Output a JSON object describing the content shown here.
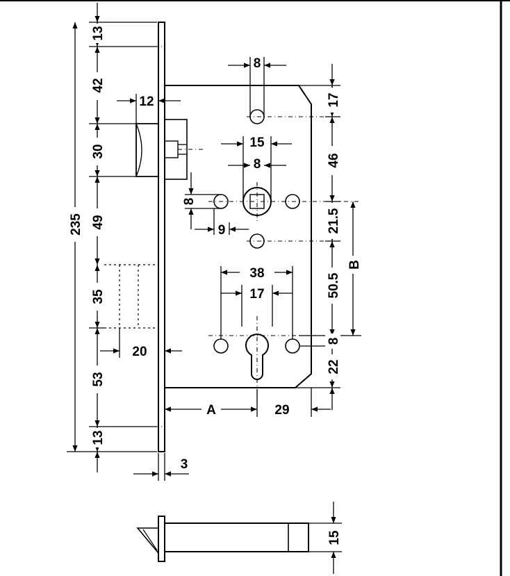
{
  "diagram": {
    "left_dims": {
      "d1": "13",
      "d2": "42",
      "d3": "30",
      "d4": "49",
      "d5": "35",
      "d6": "53",
      "d7": "13",
      "overall": "235"
    },
    "top_dims": {
      "spindle_hole_width": "8",
      "faceplate_offset": "12",
      "follower_width": "15",
      "follower_inner": "8"
    },
    "middle_dims": {
      "small_hole": "8",
      "hole_spacing": "9",
      "cyl_width": "38",
      "cyl_inner": "17",
      "latch_inset": "20"
    },
    "right_dims": {
      "top": "17",
      "upper": "46",
      "mid": "21.5",
      "lower": "50.5",
      "cyl_offset": "8",
      "bottom": "22",
      "b_label": "B"
    },
    "bottom_dims": {
      "a_label": "A",
      "backset_offset": "29",
      "plate_thickness": "3"
    },
    "side_view": {
      "height": "15"
    }
  }
}
